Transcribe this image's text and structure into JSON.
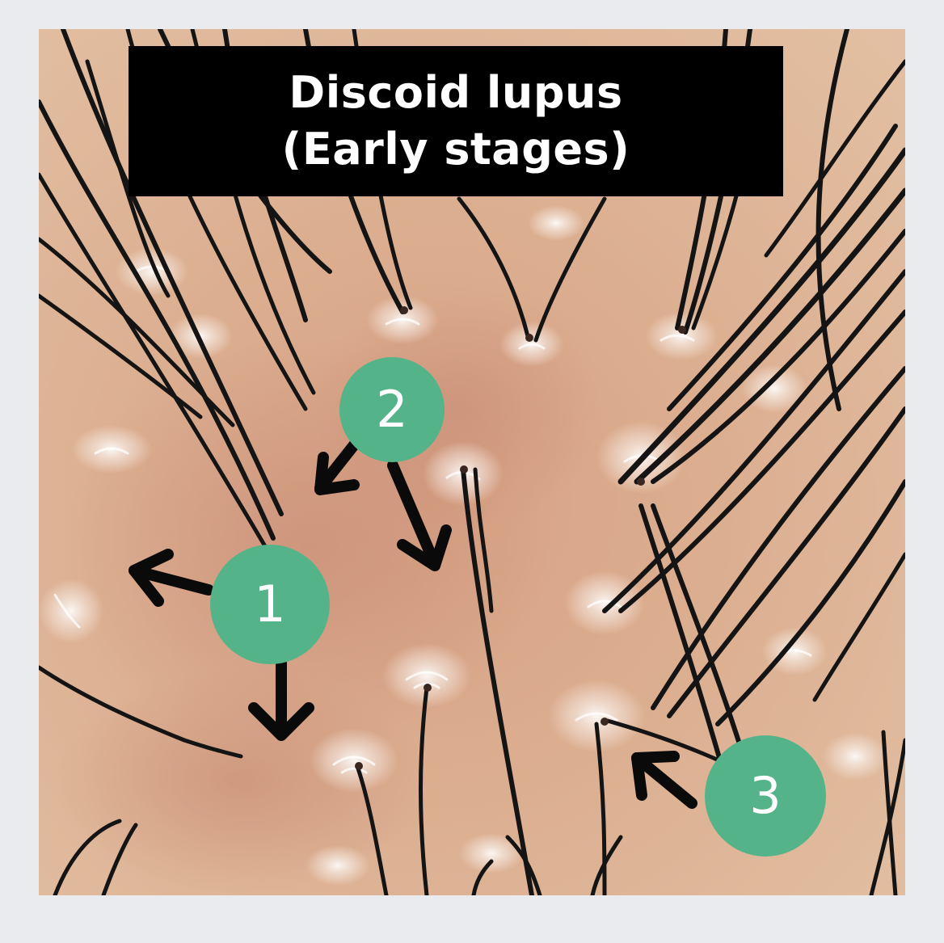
{
  "title": {
    "line1": "Discoid lupus",
    "line2": "(Early stages)"
  },
  "markers": [
    {
      "label": "1"
    },
    {
      "label": "2"
    },
    {
      "label": "3"
    }
  ],
  "colors": {
    "badge": "#55b389",
    "arrow": "#0a0a0a",
    "title_bg": "#000000",
    "title_text": "#ffffff",
    "skin": "#d9ab8c",
    "hair": "#141414",
    "page_bg": "#e9ebee"
  }
}
